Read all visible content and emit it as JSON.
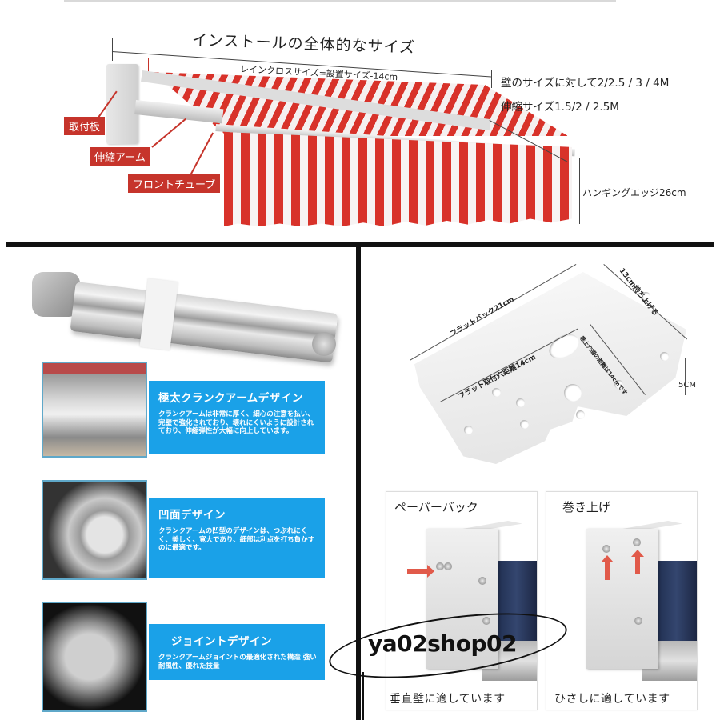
{
  "top_section": {
    "overall_title": "インストールの全体的なサイズ",
    "rain_cloth_label": "レインクロスサイズ=設置サイズ-14cm",
    "wall_size_label": "壁のサイズに対して2/2.5 / 3 / 4M",
    "extension_label": "伸縮サイズ1.5/2 / 2.5M",
    "hanging_edge_label": "ハンギングエッジ26cm",
    "part_labels": {
      "mounting_plate": "取付板",
      "extension_arm": "伸縮アーム",
      "front_tube": "フロントチューブ"
    },
    "colors": {
      "stripe_red": "#d8322a",
      "stripe_white": "#f5f0f0",
      "label_bg": "#c6342b"
    }
  },
  "left_column": {
    "features": [
      {
        "title": "極太クランクアームデザイン",
        "body": "クランクアームは非常に厚く、細心の注意を払い、完璧で強化されており、壊れにくいように設計されており、伸縮弾性が大幅に向上しています。"
      },
      {
        "title": "凹面デザイン",
        "body": "クランクアームの凹型のデザインは、つぶれにくく、美しく、寛大であり、細部は利点を打ち負かすのに最適です。"
      },
      {
        "title": "ジョイントデザイン",
        "body": "クランクアームジョイントの最適化された構造 強い耐風性、優れた技量"
      }
    ],
    "card_color": "#1aa1e8"
  },
  "right_column": {
    "bracket": {
      "flat_back_label": "フラットバック21cm",
      "lift_label": "13cm持ち上げる",
      "hole_distance_label": "フラット取付穴距離14cm",
      "top_hole_label": "巻上穴間の距離は14cmです",
      "height_label": "5CM"
    },
    "mount_cards": [
      {
        "title": "ペーパーバック",
        "caption": "垂直壁に適しています"
      },
      {
        "title": "巻き上げ",
        "caption": "ひさしに適しています"
      }
    ]
  },
  "watermark": {
    "text": "ya02shop02"
  }
}
